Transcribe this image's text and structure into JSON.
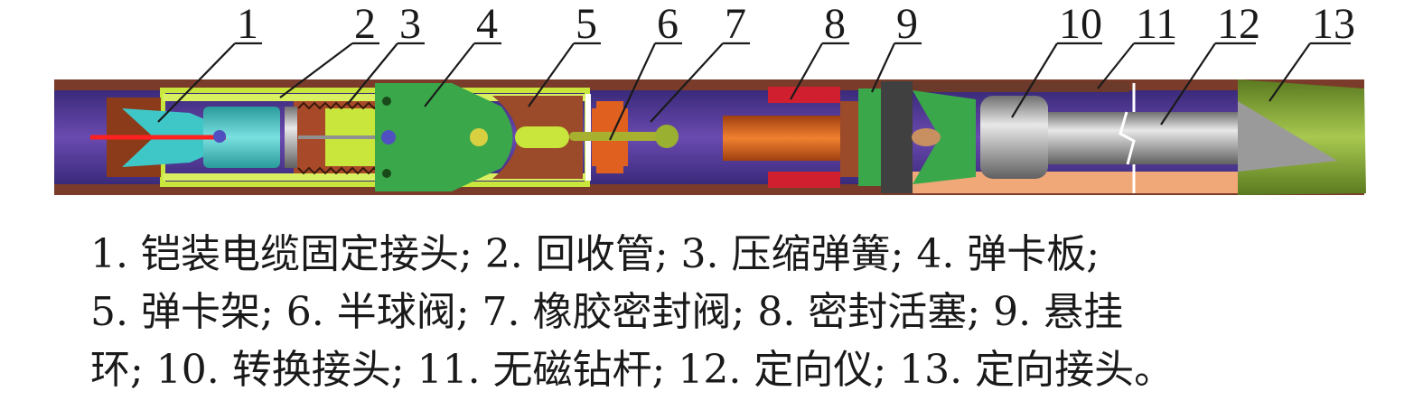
{
  "callouts": [
    {
      "id": "1"
    },
    {
      "id": "2"
    },
    {
      "id": "3"
    },
    {
      "id": "4"
    },
    {
      "id": "5"
    },
    {
      "id": "6"
    },
    {
      "id": "7"
    },
    {
      "id": "8"
    },
    {
      "id": "9"
    },
    {
      "id": "10"
    },
    {
      "id": "11"
    },
    {
      "id": "12"
    },
    {
      "id": "13"
    }
  ],
  "caption": {
    "line1": "1. 铠装电缆固定接头; 2. 回收管; 3. 压缩弹簧; 4. 弹卡板;",
    "line2": "5. 弹卡架; 6. 半球阀; 7. 橡胶密封阀; 8. 密封活塞; 9. 悬挂",
    "line3": "环; 10. 转换接头; 11. 无磁钻杆; 12. 定向仪; 13. 定向接头。"
  },
  "colors": {
    "pipe_wall": "#7a3b2a",
    "bore": "#4a2f8f",
    "retrieval_tube": "#c8e63c",
    "joint_cyan": "#3fc7c7",
    "spring": "#8b3a1a",
    "plate_green": "#3aa84a",
    "rack_brown": "#9b4a2a",
    "piston_red": "#d02030",
    "core_orange": "#e07020",
    "adapter_gray": "#b0b0b0",
    "joint_olive": "#8fb040"
  }
}
